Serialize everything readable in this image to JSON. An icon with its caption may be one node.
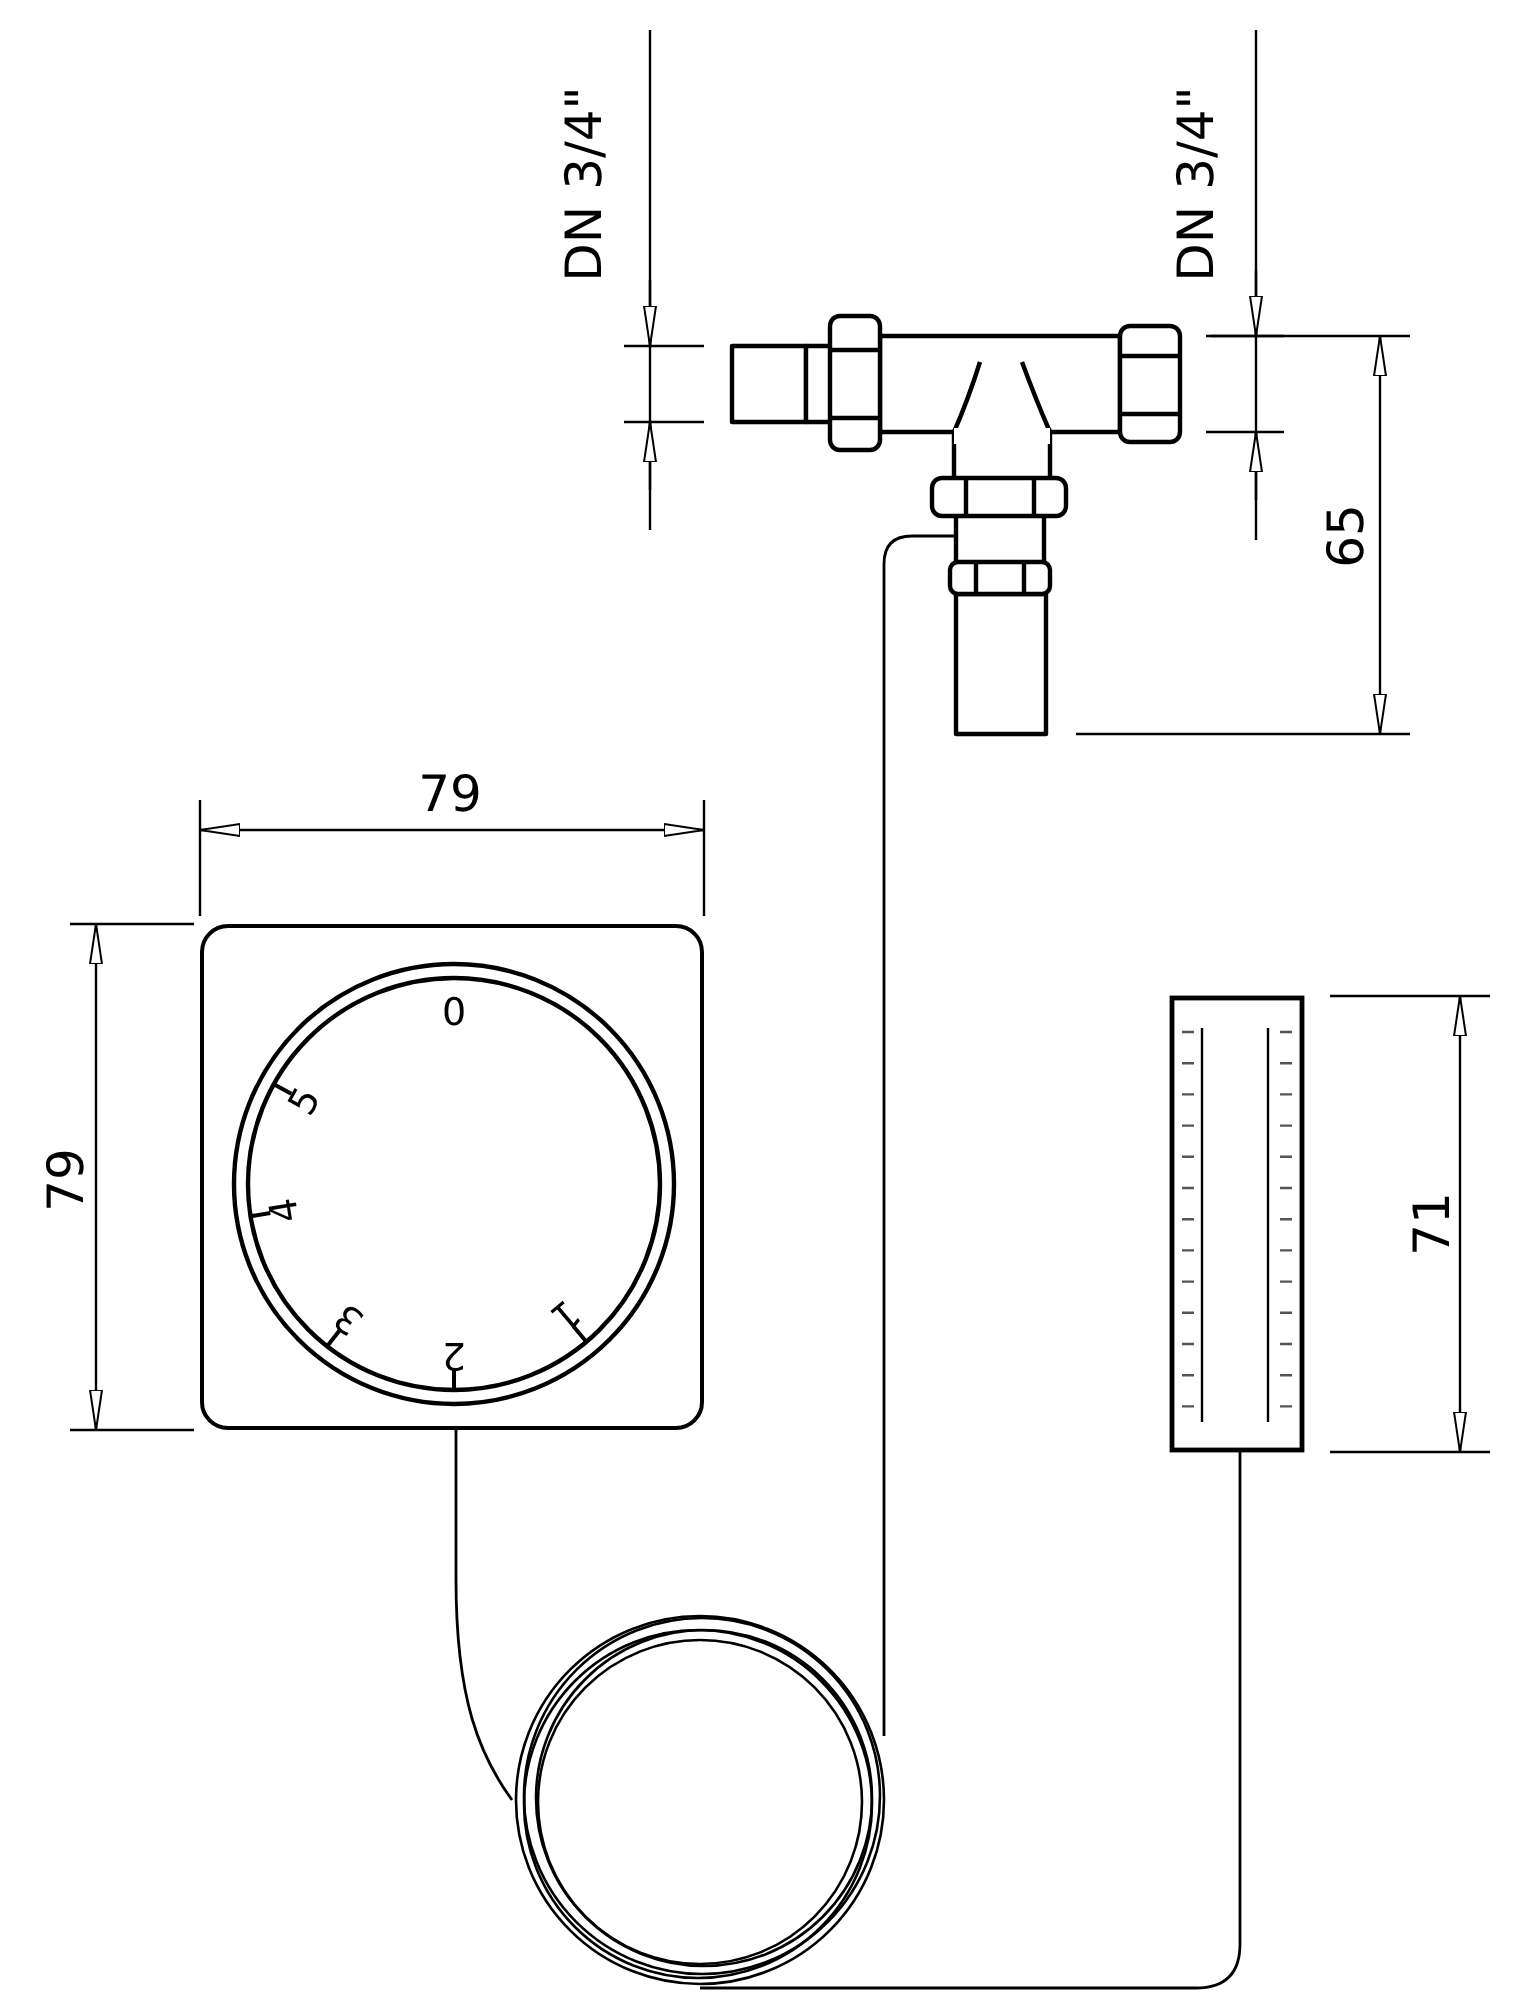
{
  "diagram": {
    "nodes": [
      {
        "text": [
          "0",
          "5",
          "4",
          "3",
          "2",
          "1"
        ]
      },
      {
        "text": [],
        "shape": "picture"
      },
      {
        "text": [],
        "shape": "bar"
      },
      {
        "text": [],
        "shape": "circle"
      }
    ],
    "edges": [
      {
        "from": 0,
        "to": 3,
        "arrow": "none"
      },
      {
        "from": 3,
        "to": 1,
        "arrow": "none"
      },
      {
        "from": 3,
        "to": 2,
        "arrow": "none"
      }
    ],
    "labels": [
      "DN 3/4\"",
      "DN 3/4\"",
      "65",
      "79",
      "79",
      "71"
    ]
  }
}
